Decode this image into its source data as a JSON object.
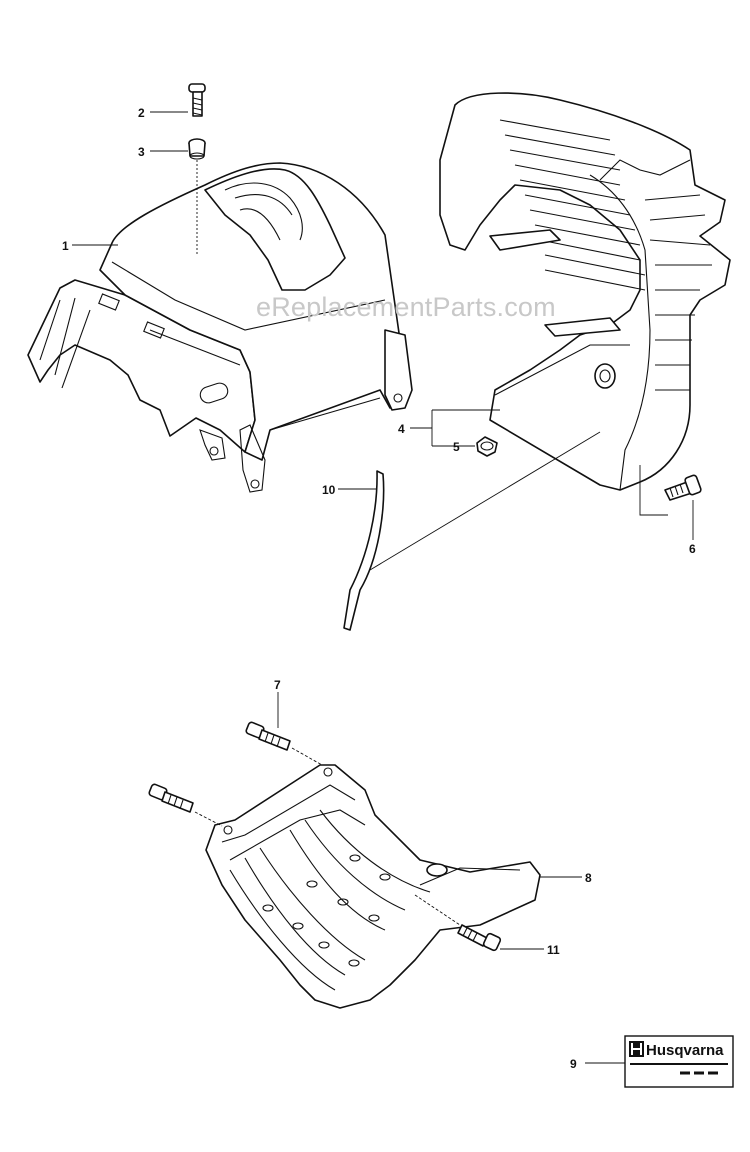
{
  "watermark": "eReplacementParts.com",
  "callouts": [
    {
      "id": "1",
      "label": "1"
    },
    {
      "id": "2",
      "label": "2"
    },
    {
      "id": "3",
      "label": "3"
    },
    {
      "id": "4",
      "label": "4"
    },
    {
      "id": "5",
      "label": "5"
    },
    {
      "id": "6",
      "label": "6"
    },
    {
      "id": "7",
      "label": "7"
    },
    {
      "id": "8",
      "label": "8"
    },
    {
      "id": "9",
      "label": "9"
    },
    {
      "id": "10",
      "label": "10"
    },
    {
      "id": "11",
      "label": "11"
    }
  ],
  "decal": {
    "brand": "Husqvarna",
    "logo_icon": "husqvarna-crown-h-logo"
  },
  "colors": {
    "line": "#111111",
    "watermark": "#c8c8c8",
    "background": "#ffffff"
  }
}
